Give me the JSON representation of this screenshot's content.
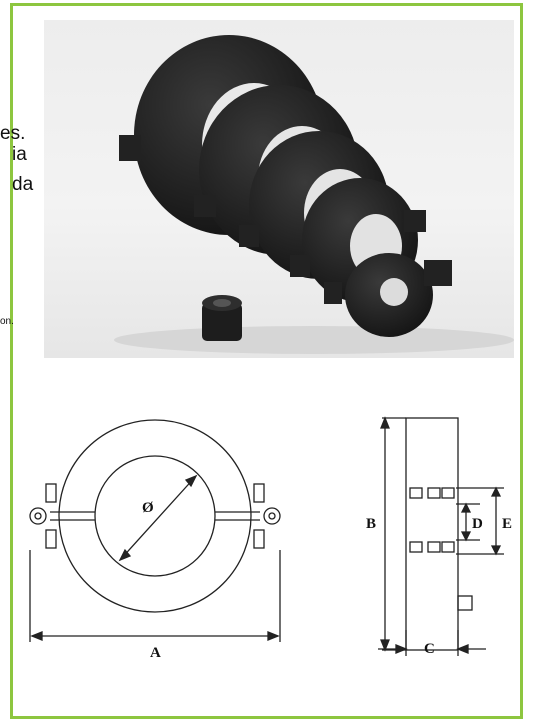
{
  "left_fragments": [
    "es.",
    "ia",
    "da",
    "on."
  ],
  "front_view": {
    "diameter_label": "Ø",
    "width_label": "A"
  },
  "side_view": {
    "height_label": "B",
    "thickness_label": "C",
    "inner_label": "D",
    "outer_label": "E"
  },
  "colors": {
    "frame": "#8dc63f",
    "core": "#1e1e1e"
  }
}
